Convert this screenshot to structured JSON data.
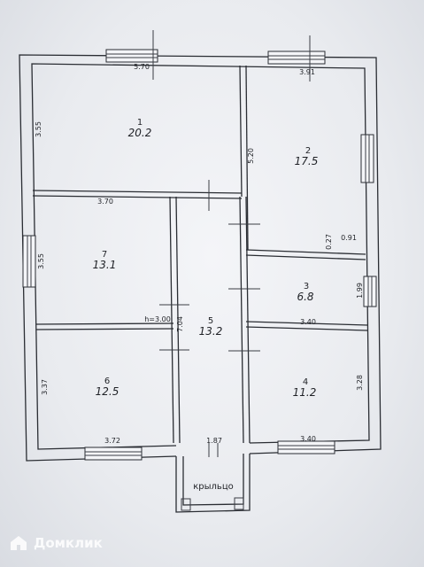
{
  "rooms": [
    {
      "id": "1",
      "number": "1",
      "area": "20.2"
    },
    {
      "id": "2",
      "number": "2",
      "area": "17.5"
    },
    {
      "id": "3",
      "number": "3",
      "area": "6.8"
    },
    {
      "id": "4",
      "number": "4",
      "area": "11.2"
    },
    {
      "id": "5",
      "number": "5",
      "area": "13.2"
    },
    {
      "id": "6",
      "number": "6",
      "area": "12.5"
    },
    {
      "id": "7",
      "number": "7",
      "area": "13.1"
    }
  ],
  "dimensions": {
    "top_left": "5.70",
    "top_right": "3.91",
    "room1_height": "3.55",
    "room2_height": "5.20",
    "room7_width": "3.70",
    "room7_height": "3.55",
    "room3_small": "0.27",
    "room3_width_top": "0.91",
    "room3_height": "1.99",
    "room3_width": "3.40",
    "ceiling": "h=3.00",
    "hall_height": "7.04",
    "room6_height": "3.37",
    "room4_height": "3.28",
    "room6_width": "3.72",
    "hall_width": "1.87",
    "room4_width": "3.40"
  },
  "porch_label": "крыльцо",
  "watermark": {
    "text": "Домклик",
    "icon": "domclick-house-icon"
  },
  "colors": {
    "paper": "#eef0f3",
    "ink": "#2a2d33",
    "background": "#1d2023"
  }
}
